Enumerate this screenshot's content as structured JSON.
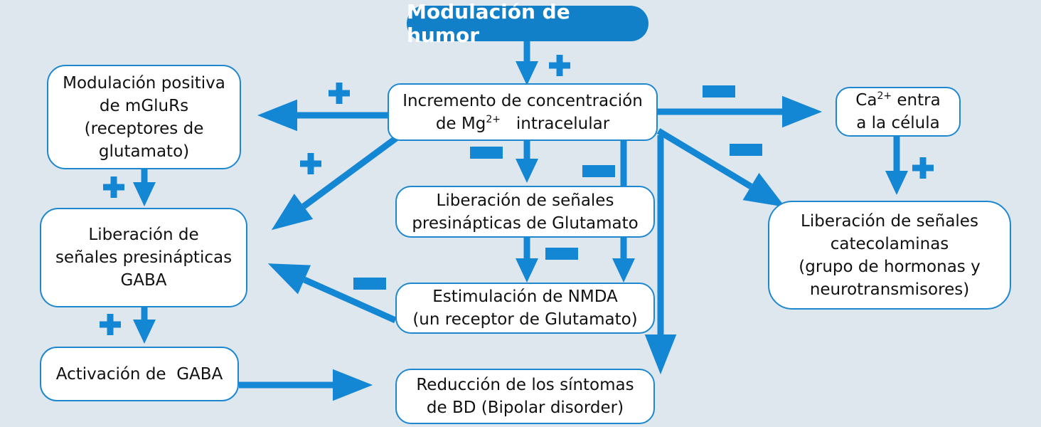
{
  "title": "Modulación de humor",
  "accent_color": "#1280c9",
  "nodes": {
    "mg": {
      "line1": "Incremento de concentración",
      "line2_pre": "de Mg",
      "line2_sup": "2+",
      "line2_post": "intracelular"
    },
    "mglurs": {
      "line1": "Modulación positiva",
      "line2": "de mGluRs",
      "line3": "(receptores de",
      "line4": "glutamato)"
    },
    "gaba_release": {
      "line1": "Liberación de",
      "line2": "señales presinápticas",
      "line3": "GABA"
    },
    "gaba_activation": {
      "line1": "Activación de  GABA"
    },
    "glutamate_release": {
      "line1": "Liberación de señales",
      "line2": "presinápticas de Glutamato"
    },
    "nmda": {
      "line1": "Estimulación de NMDA",
      "line2": "(un receptor de Glutamato)"
    },
    "reduction": {
      "line1": "Reducción de los síntomas",
      "line2": "de BD (Bipolar disorder)"
    },
    "ca": {
      "line1_pre": "Ca",
      "line1_sup": "2+",
      "line1_post": " entra",
      "line2": "a la célula"
    },
    "catecholamines": {
      "line1": "Liberación de señales",
      "line2": "catecolaminas",
      "line3": "(grupo de hormonas y",
      "line4": "neurotransmisores)"
    }
  }
}
